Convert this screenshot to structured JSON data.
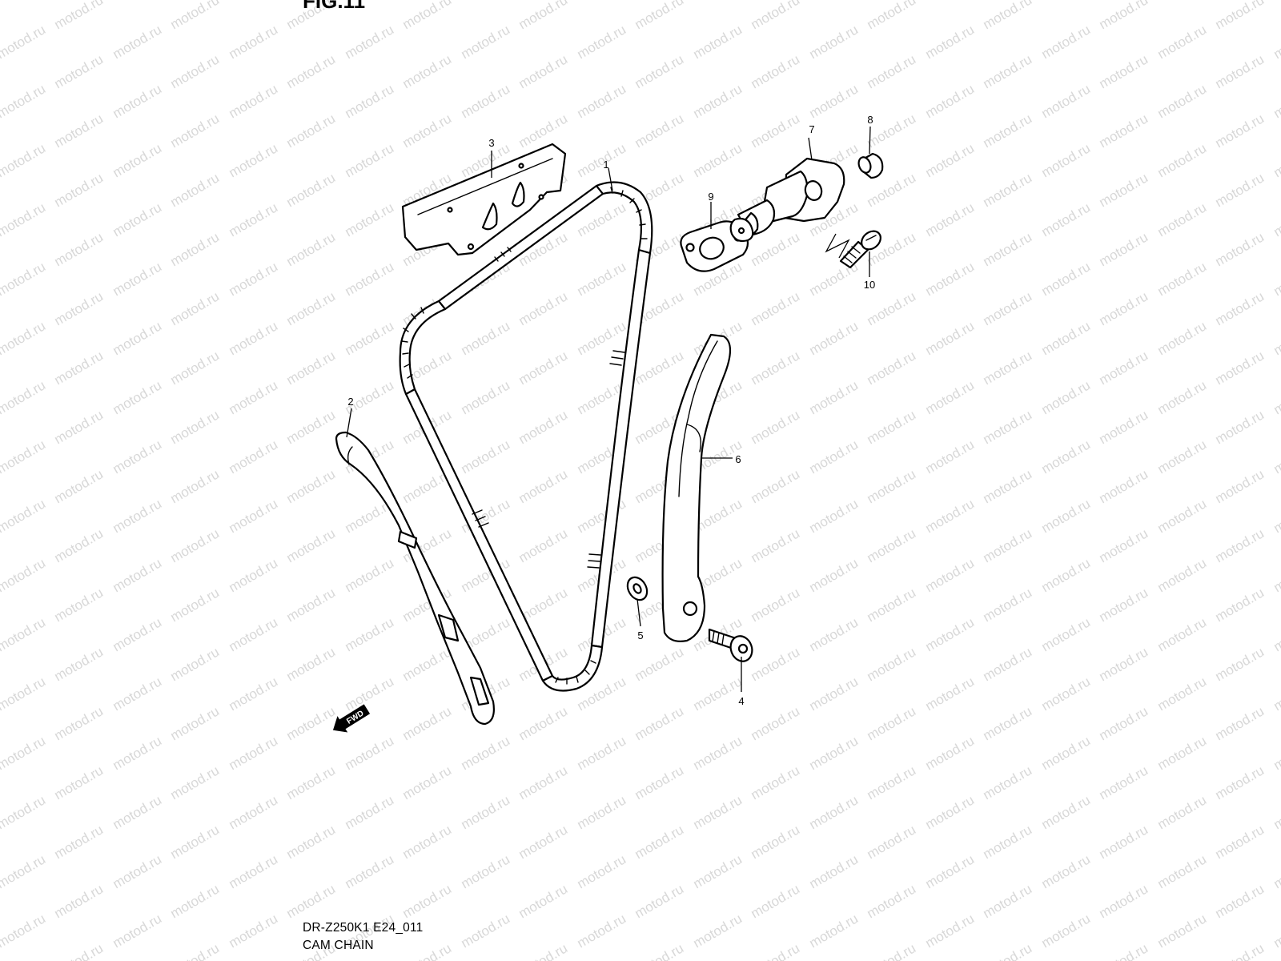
{
  "figure": {
    "title_fragment": "FIG.11",
    "model_code": "DR-Z250K1 E24_011",
    "caption": "CAM CHAIN"
  },
  "watermark": {
    "text": "motod.ru",
    "color": "#d8d8d8"
  },
  "fwd_arrow": {
    "label": "FWD"
  },
  "callouts": {
    "c1": "1",
    "c2": "2",
    "c3": "3",
    "c4": "4",
    "c5": "5",
    "c6": "6",
    "c7": "7",
    "c8": "8",
    "c9": "9",
    "c10": "10"
  }
}
